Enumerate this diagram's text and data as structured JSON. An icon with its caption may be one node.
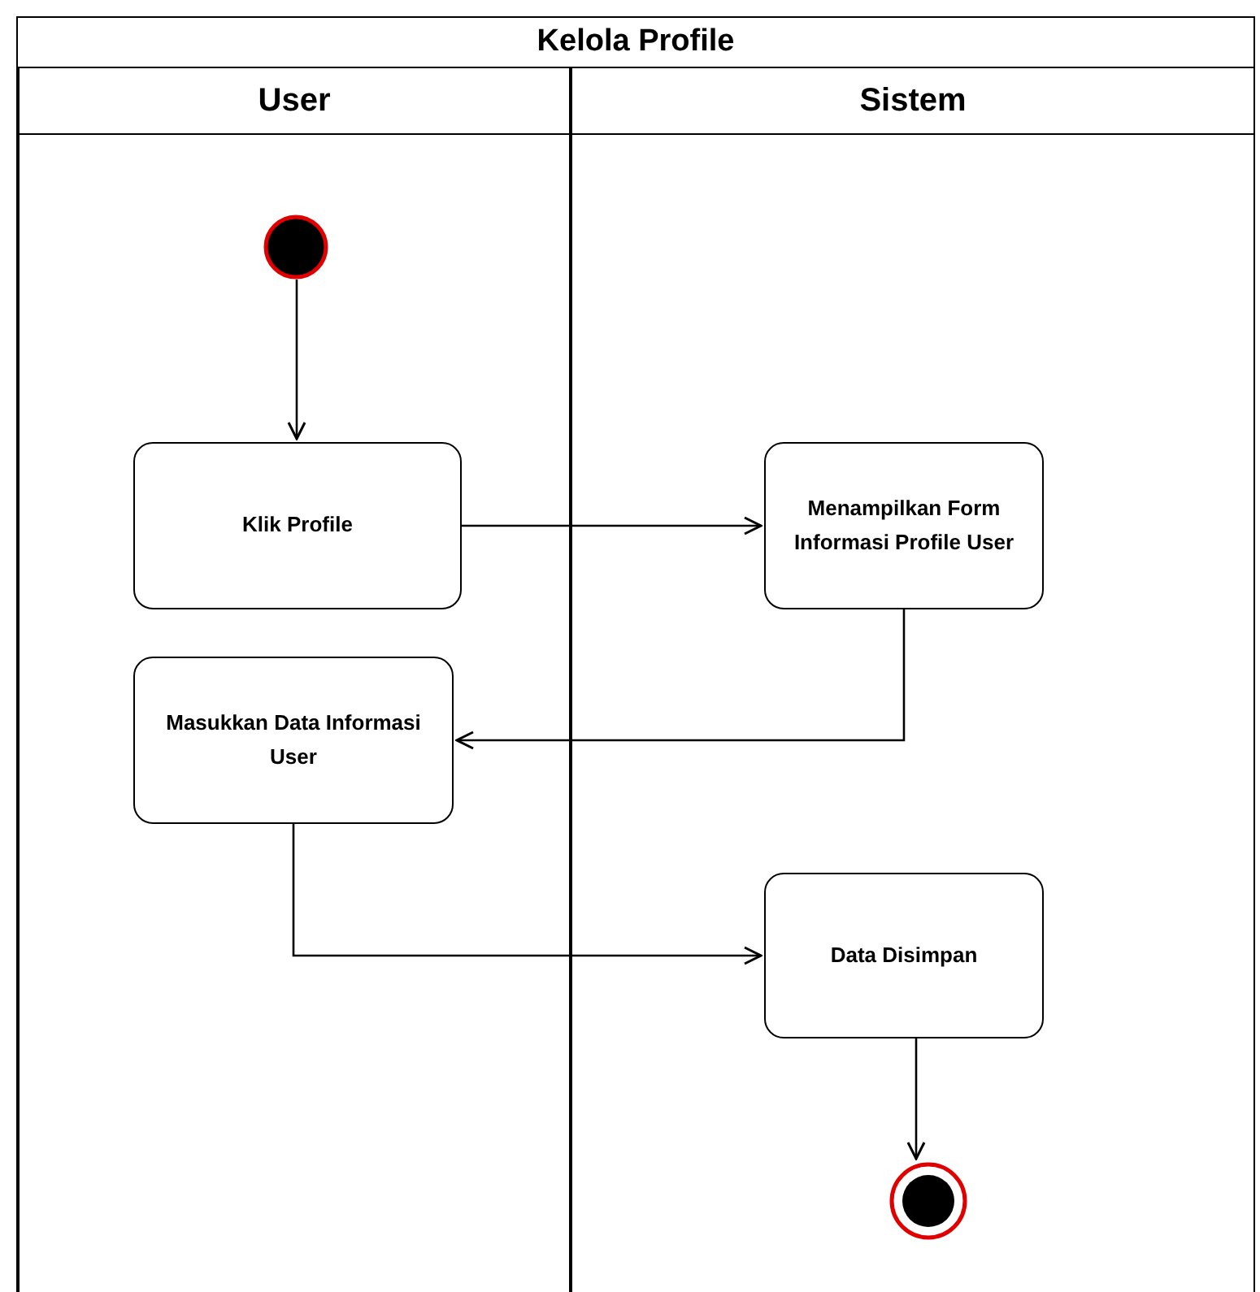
{
  "diagram": {
    "nodes": [
      {
        "text": [
          "Kelola Profile"
        ]
      },
      {
        "text": [
          "User"
        ],
        "in": 0
      },
      {
        "text": [
          "Sistem"
        ],
        "in": 0
      },
      {
        "text": [],
        "shape": "circle",
        "in": 1
      },
      {
        "text": [
          "Klik Profile"
        ],
        "in": 1
      },
      {
        "text": [
          "Menampilkan Form Informasi Profile User"
        ],
        "in": 2
      },
      {
        "text": [
          "Masukkan Data Informasi User"
        ],
        "in": 1
      },
      {
        "text": [
          "Data Disimpan"
        ],
        "in": 2
      },
      {
        "text": [],
        "shape": "circle",
        "in": 2
      }
    ],
    "edges": [
      {
        "from": 3,
        "to": 4,
        "arrow": "to"
      },
      {
        "from": 4,
        "to": 5,
        "arrow": "to"
      },
      {
        "from": 5,
        "to": 6,
        "arrow": "to"
      },
      {
        "from": 6,
        "to": 7,
        "arrow": "to"
      },
      {
        "from": 7,
        "to": 8,
        "arrow": "to"
      }
    ]
  }
}
